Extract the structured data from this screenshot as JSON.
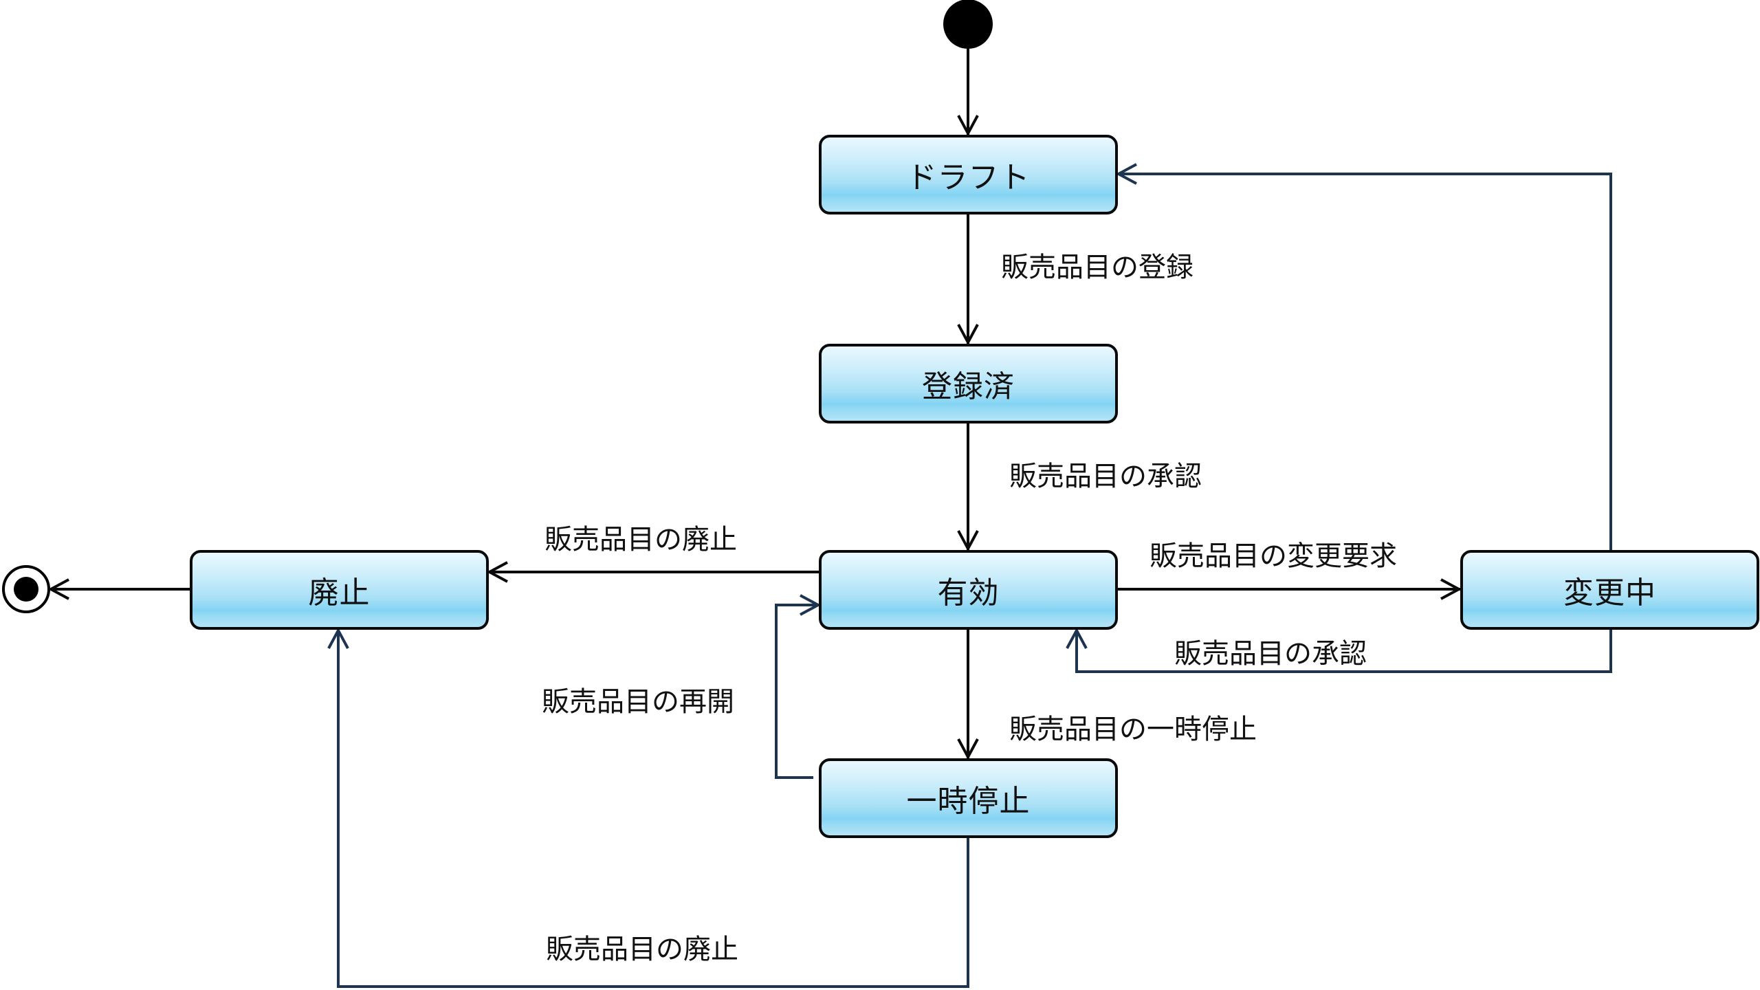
{
  "diagram": {
    "type": "uml-state-machine",
    "colors": {
      "state_border": "#0a0a0a",
      "state_fill_top": "#eaf8fe",
      "state_fill_bottom": "#84d4f3",
      "primary_edge": "#0a0a0a",
      "secondary_edge": "#1c3450"
    },
    "states": {
      "draft": {
        "label": "ドラフト"
      },
      "registered": {
        "label": "登録済"
      },
      "active": {
        "label": "有効"
      },
      "changing": {
        "label": "変更中"
      },
      "abolished": {
        "label": "廃止"
      },
      "suspended": {
        "label": "一時停止"
      }
    },
    "pseudostates": {
      "initial": {
        "kind": "initial"
      },
      "final": {
        "kind": "final"
      }
    },
    "transitions": [
      {
        "id": "t-init",
        "from": "initial",
        "to": "draft",
        "label": ""
      },
      {
        "id": "t-register",
        "from": "draft",
        "to": "registered",
        "label": "販売品目の登録"
      },
      {
        "id": "t-approve",
        "from": "registered",
        "to": "active",
        "label": "販売品目の承認"
      },
      {
        "id": "t-abolish-active",
        "from": "active",
        "to": "abolished",
        "label": "販売品目の廃止"
      },
      {
        "id": "t-change-request",
        "from": "active",
        "to": "changing",
        "label": "販売品目の変更要求"
      },
      {
        "id": "t-approve-change",
        "from": "changing",
        "to": "active",
        "label": "販売品目の承認"
      },
      {
        "id": "t-back-to-draft",
        "from": "changing",
        "to": "draft",
        "label": ""
      },
      {
        "id": "t-suspend",
        "from": "active",
        "to": "suspended",
        "label": "販売品目の一時停止"
      },
      {
        "id": "t-resume",
        "from": "suspended",
        "to": "active",
        "label": "販売品目の再開"
      },
      {
        "id": "t-abolish-suspended",
        "from": "suspended",
        "to": "abolished",
        "label": "販売品目の廃止"
      },
      {
        "id": "t-final",
        "from": "abolished",
        "to": "final",
        "label": ""
      }
    ]
  }
}
